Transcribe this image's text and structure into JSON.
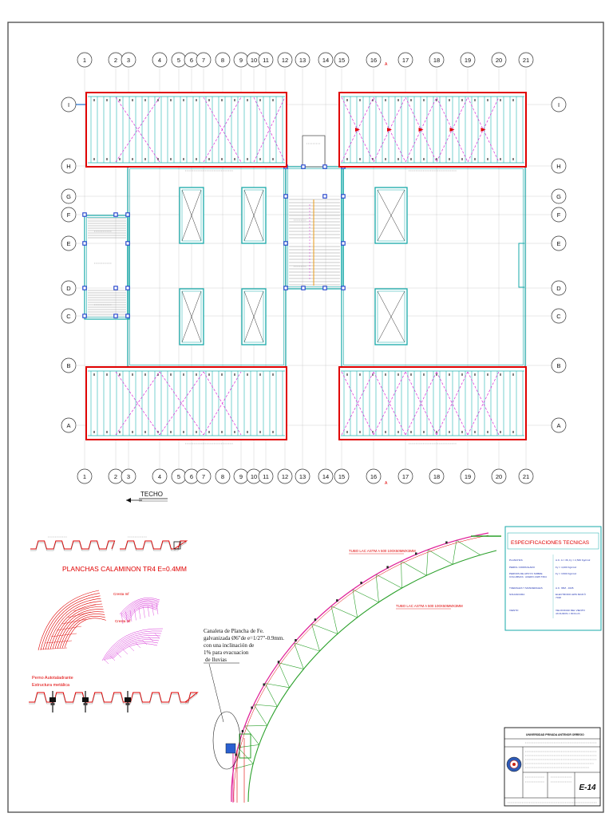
{
  "sheet": {
    "code": "E-14",
    "institution": "UNIVERSIDAD PRIVADA ANTENOR ORREGO"
  },
  "plan": {
    "title": "TECHO",
    "columns": [
      "1",
      "2",
      "3",
      "4",
      "5",
      "6",
      "7",
      "8",
      "9",
      "10",
      "11",
      "12",
      "13",
      "14",
      "15",
      "16",
      "17",
      "18",
      "19",
      "20",
      "21"
    ],
    "rows": [
      "I",
      "H",
      "G",
      "F",
      "E",
      "D",
      "C",
      "B",
      "A"
    ],
    "section_marker": "A"
  },
  "detail": {
    "title": "PLANCHAS  CALAMINON TR4 E=0.4MM",
    "crest_labels": [
      "Cresta Inf",
      "Cresta Inf"
    ],
    "fastener_label": [
      "Perno Autotaladrante",
      "Estructura metálica"
    ]
  },
  "truss": {
    "tube_labels": [
      "TUBO LAC ASTM A 500 100X50MMX3MM",
      "TUBO LAC ASTM A 500 100X50MMX3MM"
    ],
    "gutter_note": [
      "Canaleta de Plancha de Fe.",
      "galvanizada Ø6\"de e=1/27\"-0.9mm.",
      "con una inclinación de",
      "1% para evacuacion",
      "de lluvias"
    ]
  },
  "specs": {
    "title": "ESPECIFICACIONES TECNICAS",
    "rows": [
      {
        "label": [
          "PLANCHAS"
        ],
        "value": [
          "A.C. A = 36,  Fy = 2,530 Kg/cm2"
        ]
      },
      {
        "label": [
          "PERFIL CORRUGADO"
        ],
        "value": [
          "Fy = 4,200 Kg/cm2"
        ]
      },
      {
        "label": [
          "PERNOS DE APOYO SOBRE",
          "COLUMNAS : ACERO A325 T304"
        ],
        "value": [
          "Fy = 3,500 Kg/cm2"
        ]
      },
      {
        "label": [
          "TIJERALES Y MANIJERALES"
        ],
        "value": [
          "A.C. 36M - 1026"
        ]
      },
      {
        "label": [
          "SOLDADURA"
        ],
        "value": [
          "ELECTRODO AWS 6018 Ó",
          "7018"
        ]
      },
      {
        "label": [
          "VIENTO"
        ],
        "value": [
          "VELOCIDAD DEL VIENTO",
          "43 NUDOS = 80 Km/h"
        ]
      }
    ]
  },
  "colors": {
    "outline": "#e00000",
    "purlin": "#1fb5b0",
    "structure": "#17a9a9",
    "bracing": "#d62bd6",
    "column": "#1f3fcc",
    "stair_accent": "#e89a1a",
    "truss_outer": "#e0239a",
    "truss_inner": "#2aa02a",
    "spec_text": "#1b2fb0"
  }
}
